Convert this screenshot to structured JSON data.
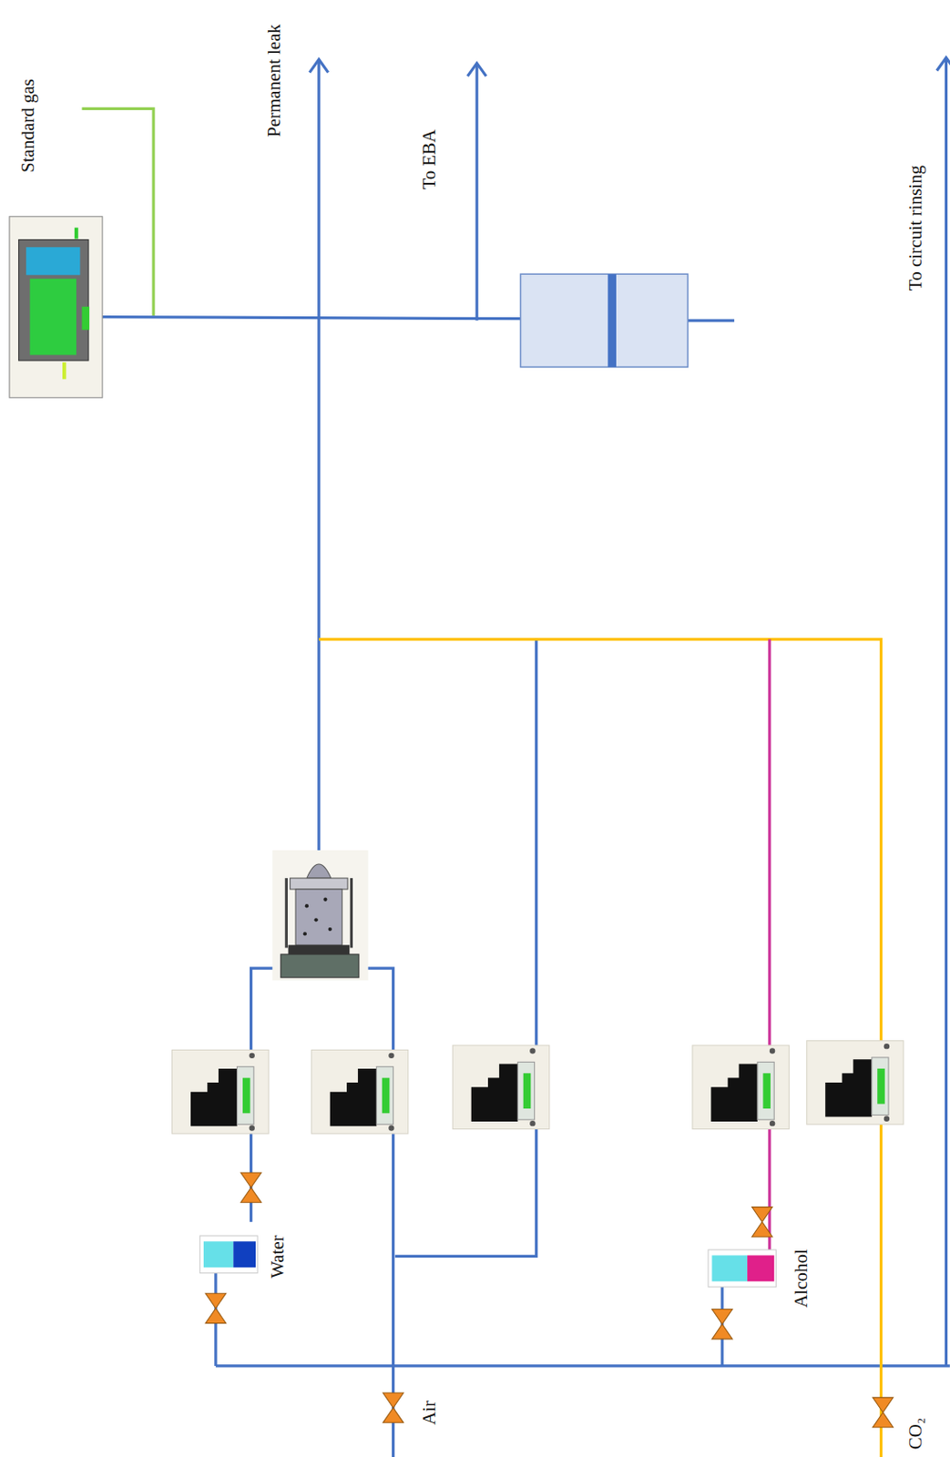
{
  "diagram": {
    "labels": [
      "Standard gas",
      "Permanent leak",
      "To EBA",
      "To circuit rinsing",
      "Water",
      "Alcohol",
      "Air",
      "CO₂"
    ]
  }
}
